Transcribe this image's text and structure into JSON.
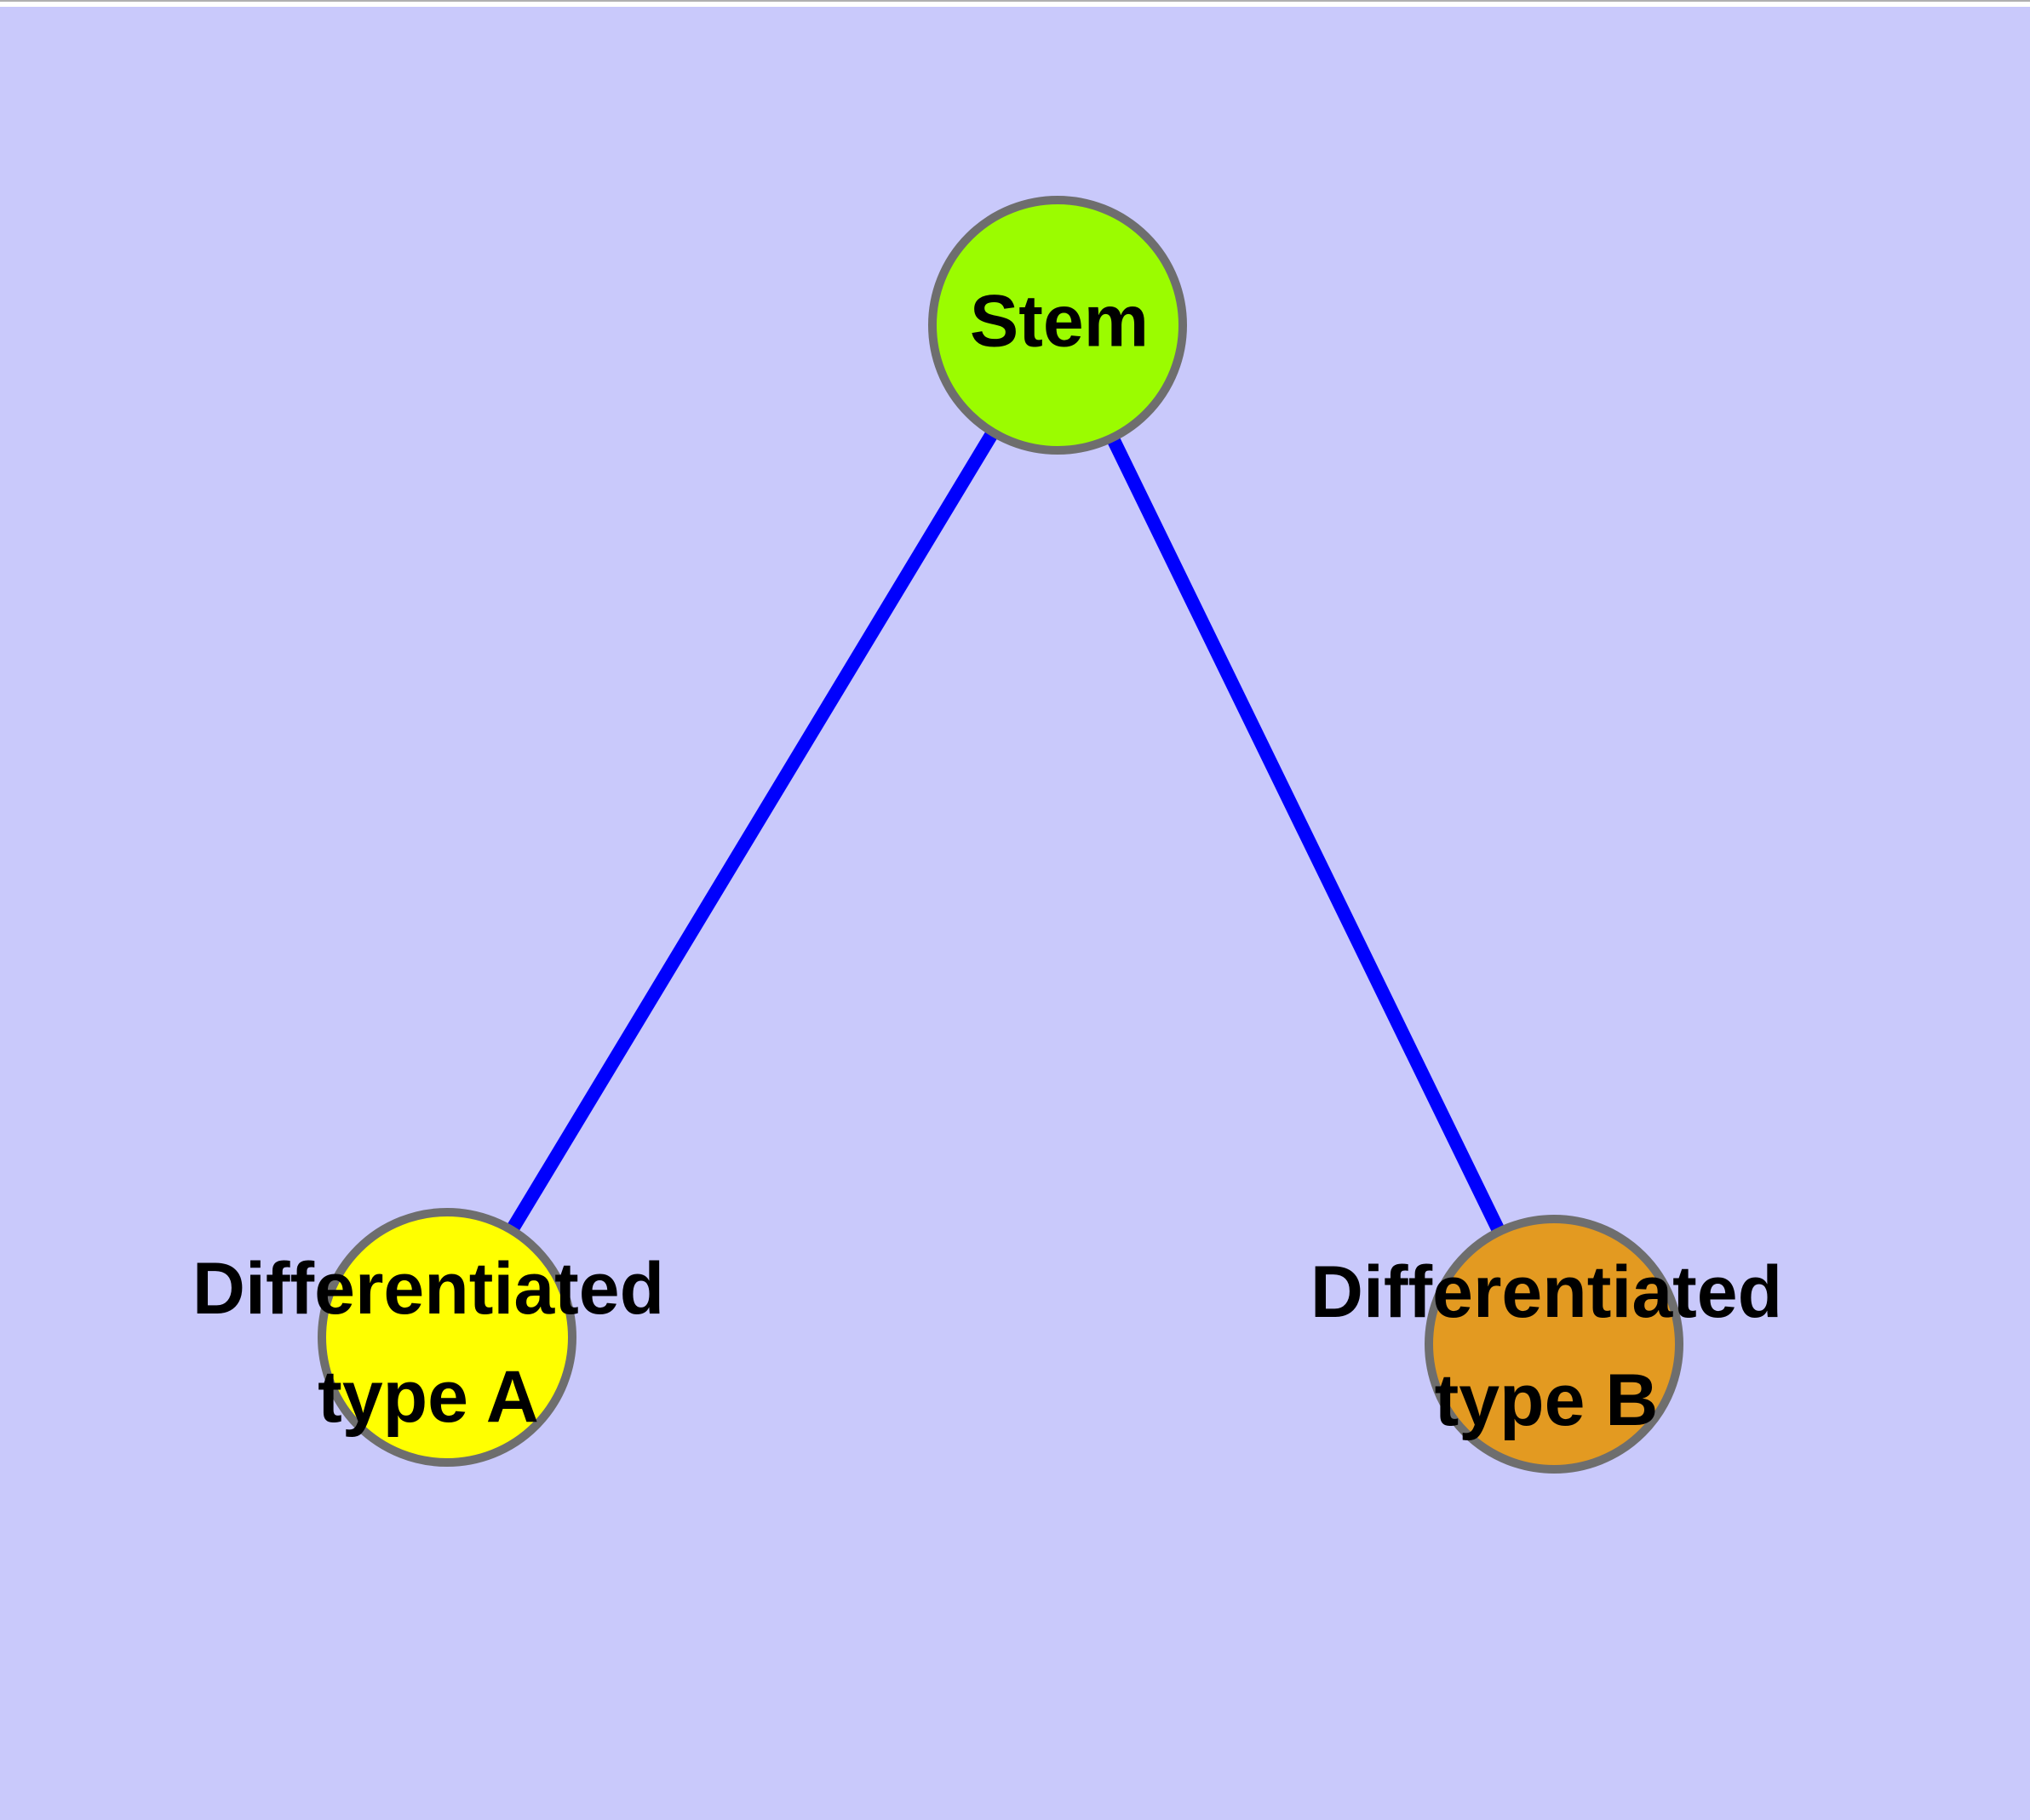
{
  "canvas": {
    "background_color": "#C9C9FB",
    "top_strip_color": "#FFFFFF",
    "top_edge_line_color": "#B0B0B0"
  },
  "graph": {
    "node_border_color": "#6E6E6E",
    "edge_color": "#0000FD",
    "label_color": "#000000",
    "nodes": [
      {
        "id": "stem",
        "label": "Stem",
        "lines": [
          "Stem"
        ],
        "fill": "#9BFC00"
      },
      {
        "id": "differentiated-type-a",
        "label": "Differentiated type A",
        "lines": [
          "Differentiated",
          "type A"
        ],
        "fill": "#FFFF00"
      },
      {
        "id": "differentiated-type-b",
        "label": "Differentiated type B",
        "lines": [
          "Differentiated",
          "type B"
        ],
        "fill": "#E39A21"
      }
    ],
    "edges": [
      {
        "from": "Stem",
        "to": "Differentiated type A"
      },
      {
        "from": "Stem",
        "to": "Differentiated type B"
      }
    ]
  }
}
